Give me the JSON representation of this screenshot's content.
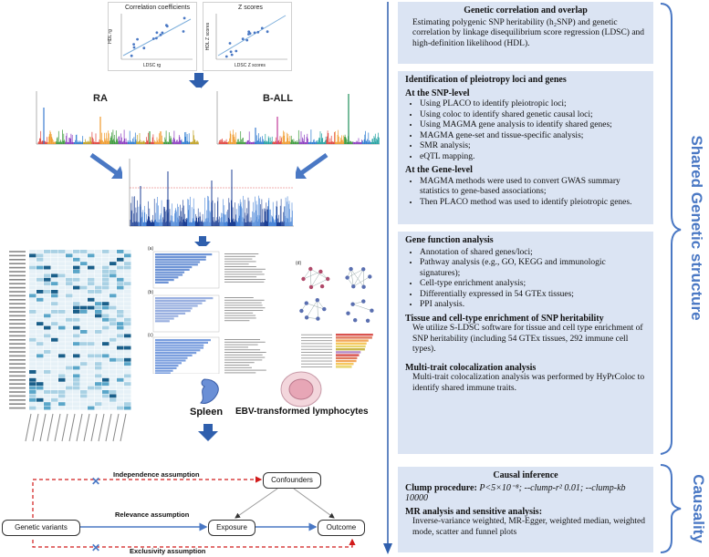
{
  "figures": {
    "corr_title": "Correlation coefficients",
    "corr_xlabel": "LDSC rg",
    "corr_ylabel": "HDL rg",
    "z_title": "Z scores",
    "z_xlabel": "LDSC Z scores",
    "z_ylabel": "HDL Z scores",
    "ra_label": "RA",
    "ball_label": "B-ALL",
    "spleen_label": "Spleen",
    "ebv_label": "EBV-transformed lymphocytes",
    "panel_a": "(a)",
    "panel_b": "(b)",
    "panel_c": "(c)",
    "panel_d": "(d)"
  },
  "dag": {
    "independence": "Independence assumption",
    "confounders": "Confounders",
    "relevance": "Relevance assumption",
    "genetic_variants": "Genetic variants",
    "exposure": "Exposure",
    "outcome": "Outcome",
    "exclusivity": "Exclusivity assumption"
  },
  "section1": {
    "title": "Genetic correlation and overlap",
    "body": "Estimating polygenic SNP heritability (h₂SNP) and genetic correlation by linkage disequilibrium score regression (LDSC) and high-definition likelihood (HDL)."
  },
  "section2": {
    "title": "Identification of pleiotropy loci and genes",
    "snp_heading": "At the SNP-level",
    "snp_items": [
      "Using PLACO to identify pleiotropic loci;",
      "Using coloc to identify shared genetic causal loci;",
      "Using MAGMA gene analysis to identify shared genes;",
      "MAGMA gene-set and tissue-specific analysis;",
      "SMR analysis;",
      "eQTL mapping."
    ],
    "gene_heading": "At the Gene-level",
    "gene_items": [
      "MAGMA methods were used to convert GWAS summary statistics to gene-based associations;",
      "Then PLACO method was used to identify pleiotropic genes."
    ]
  },
  "section3": {
    "title": "Gene function analysis",
    "items": [
      "Annotation of shared genes/loci;",
      "Pathway analysis (e.g., GO, KEGG and immunologic signatures);",
      "Cell-type enrichment analysis;",
      "Differentially expressed in 54 GTEx tissues;",
      "PPI analysis."
    ],
    "tissue_heading": "Tissue and cell-type enrichment of SNP heritability",
    "tissue_body": "We utilize S-LDSC software for tissue and cell type enrichment of SNP heritability (including 54 GTEx tissues, 292 immune cell types).",
    "multi_heading": "Multi-trait colocalization analysis",
    "multi_body": "Multi-trait colocalization analysis was performed by HyPrColoc to identify shared immune traits."
  },
  "section4": {
    "title": "Causal inference",
    "clump_label": "Clump procedure:",
    "clump_value": "P<5×10⁻⁸; --clump-r² 0.01; --clump-kb 10000",
    "mr_heading": "MR analysis and sensitive analysis:",
    "mr_body": "Inverse-variance weighted, MR-Egger, weighted median, weighted mode, scatter and funnel plots"
  },
  "side_labels": {
    "shared": "Shared Genetic structure",
    "causality": "Causality"
  },
  "colors": {
    "panel_bg": "#dbe4f3",
    "accent_blue": "#4a78c4",
    "dashed_red": "#d11a1a"
  }
}
